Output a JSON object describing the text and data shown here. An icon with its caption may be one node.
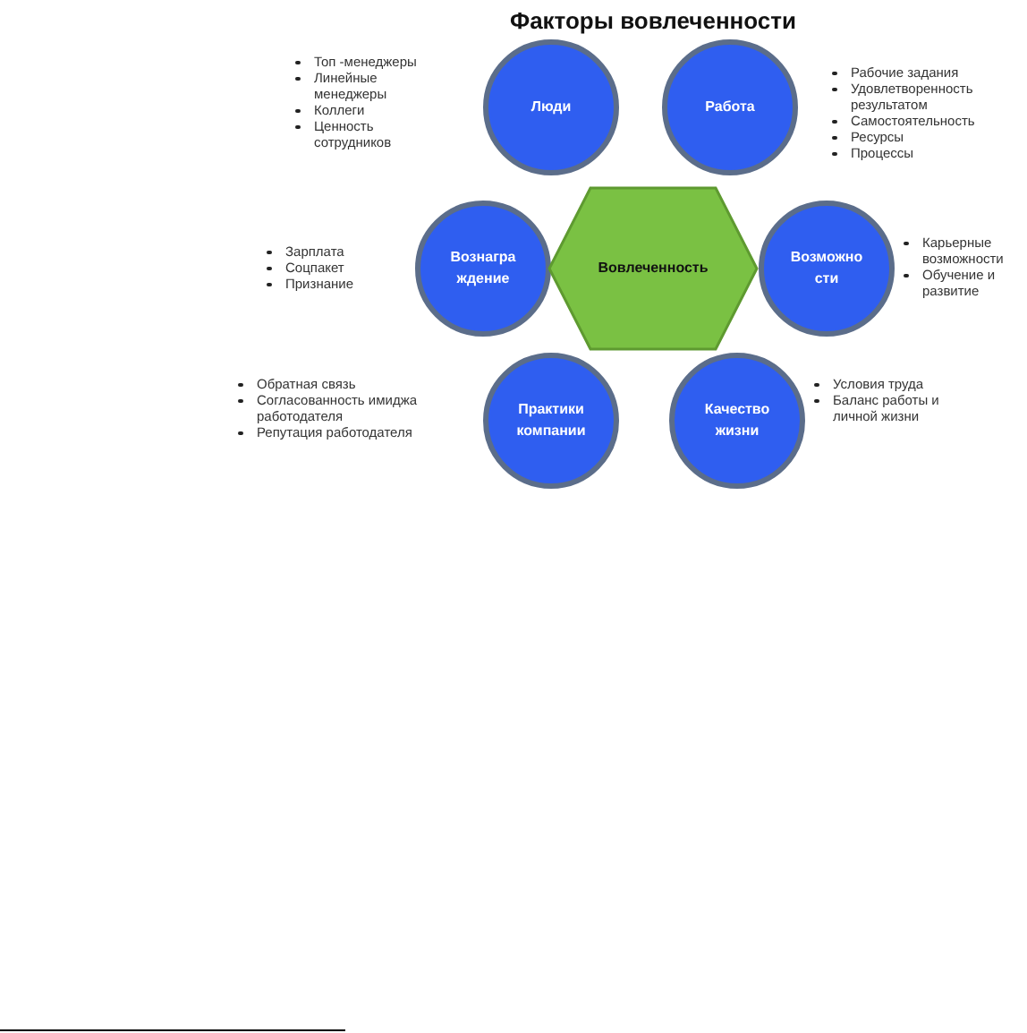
{
  "diagram": {
    "title": "Факторы вовлеченности",
    "nodes": [
      {
        "text": [
          "Люди"
        ],
        "beside": [
          "Топ -менеджеры",
          "Линейные менеджеры",
          "Коллеги",
          "Ценность сотрудников"
        ]
      },
      {
        "text": [
          "Работа"
        ],
        "beside": [
          "Рабочие задания",
          "Удовлетворенность результатом",
          "Самостоятельность",
          "Ресурсы",
          "Процессы"
        ]
      },
      {
        "text": [
          "Вознагра ждение"
        ],
        "beside": [
          "Зарплата",
          "Соцпакет",
          "Признание"
        ]
      },
      {
        "text": [
          "Вовлеченность"
        ]
      },
      {
        "text": [
          "Возможно сти"
        ],
        "beside": [
          "Карьерные возможности",
          "Обучение и развитие"
        ]
      },
      {
        "text": [
          "Практики компании"
        ],
        "beside": [
          "Обратная связь",
          "Согласованность имиджа работодателя",
          "Репутация работодателя"
        ]
      },
      {
        "text": [
          "Качество жизни"
        ],
        "beside": [
          "Условия труда",
          "Баланс работы и личной жизни"
        ]
      }
    ]
  }
}
